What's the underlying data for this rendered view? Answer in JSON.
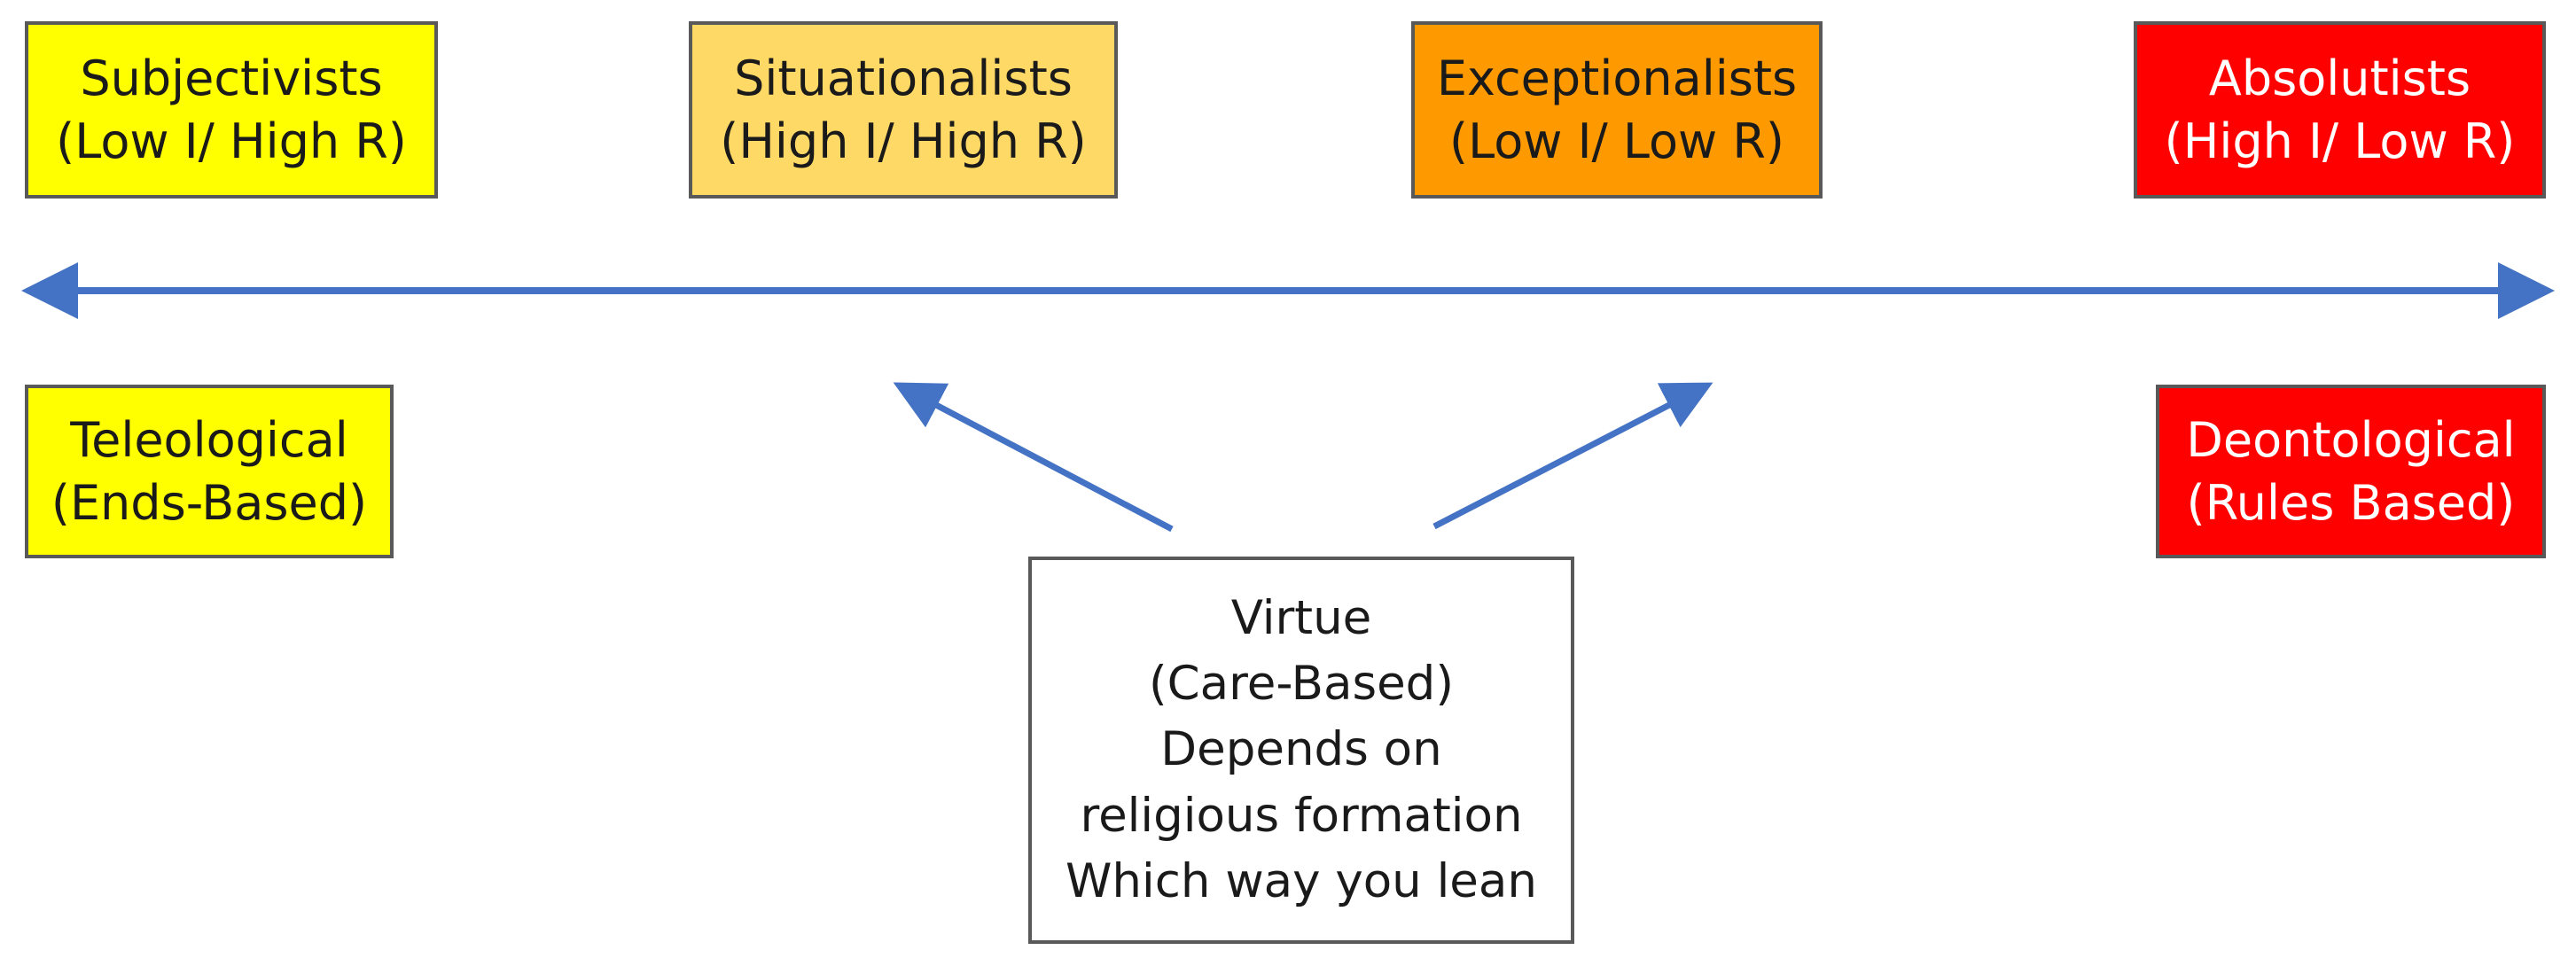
{
  "spectrum": {
    "subjectivists": {
      "title": "Subjectivists",
      "subtitle": "(Low I/ High R)"
    },
    "situationalists": {
      "title": "Situationalists",
      "subtitle": "(High I/ High R)"
    },
    "exceptionalists": {
      "title": "Exceptionalists",
      "subtitle": "(Low I/ Low R)"
    },
    "absolutists": {
      "title": "Absolutists",
      "subtitle": "(High I/ Low R)"
    }
  },
  "theories": {
    "teleological": {
      "title": "Teleological",
      "subtitle": "(Ends-Based)"
    },
    "deontological": {
      "title": "Deontological",
      "subtitle": "(Rules Based)"
    }
  },
  "virtue": {
    "lines": [
      "Virtue",
      "(Care-Based)",
      "Depends on",
      "religious formation",
      "Which way you lean"
    ]
  },
  "colors": {
    "subjectivists_fill": "#ffff00",
    "situationalists_fill": "#ffd966",
    "exceptionalists_fill": "#ff9900",
    "absolutists_fill": "#ff0000",
    "arrow": "#4472c4",
    "box_border": "#595959"
  }
}
